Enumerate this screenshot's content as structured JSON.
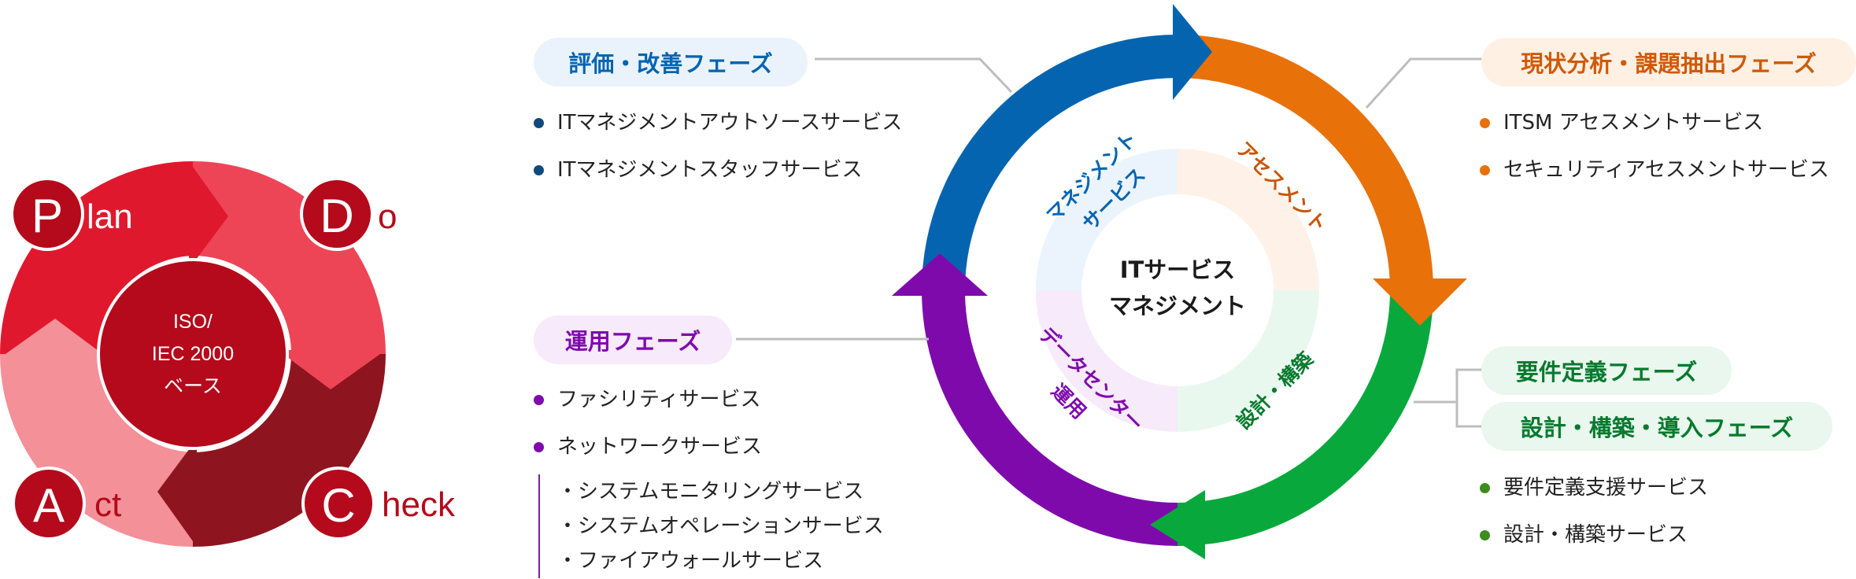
{
  "pdca": {
    "center_lines": [
      "ISO/",
      "IEC 2000",
      "ベース"
    ],
    "plan": {
      "letter": "P",
      "rest": "lan"
    },
    "do": {
      "letter": "D",
      "rest": "o"
    },
    "check": {
      "letter": "C",
      "rest": "heck"
    },
    "act": {
      "letter": "A",
      "rest": "ct"
    },
    "colors": {
      "plan": "#e0182d",
      "do": "#ee4556",
      "check": "#8e1520",
      "act": "#f49098",
      "center": "#b40a1b"
    }
  },
  "cycle": {
    "center_lines": [
      "ITサービス",
      "マネジメント"
    ],
    "segments": {
      "management": {
        "lines": [
          "マネジメント",
          "サービス"
        ],
        "color": "#0464b0",
        "light": "#ebf4fc"
      },
      "assessment": {
        "lines": [
          "アセスメント"
        ],
        "color": "#e8710a",
        "light": "#fef2e8"
      },
      "build": {
        "lines": [
          "設計・構築"
        ],
        "color": "#08a83d",
        "light": "#e9f8ee"
      },
      "datacenter": {
        "lines": [
          "データセンター",
          "運用"
        ],
        "color": "#7f0aac",
        "light": "#f6eafb"
      }
    }
  },
  "phases": {
    "evaluation": {
      "title": "評価・改善フェーズ",
      "color": "#0464b0",
      "bg": "#eaf3fb",
      "dot": "#0f4a7a",
      "items": [
        "ITマネジメントアウトソースサービス",
        "ITマネジメントスタッフサービス"
      ]
    },
    "analysis": {
      "title": "現状分析・課題抽出フェーズ",
      "color": "#d05a08",
      "bg": "#fef1e4",
      "dot": "#e8710a",
      "items": [
        "ITSM アセスメントサービス",
        "セキュリティアセスメントサービス"
      ]
    },
    "operation": {
      "title": "運用フェーズ",
      "color": "#7f0aac",
      "bg": "#f6eafb",
      "dot": "#7f0aac",
      "items": [
        "ファシリティサービス",
        "ネットワークサービス"
      ],
      "subitems": [
        "・システムモニタリングサービス",
        "・システムオペレーションサービス",
        "・ファイアウォールサービス"
      ]
    },
    "requirements": {
      "title": "要件定義フェーズ",
      "color": "#067a2e",
      "bg": "#e9f7ee"
    },
    "design": {
      "title": "設計・構築・導入フェーズ",
      "color": "#067a2e",
      "bg": "#e9f7ee",
      "dot": "#3b8d1e",
      "items": [
        "要件定義支援サービス",
        "設計・構築サービス"
      ]
    }
  }
}
